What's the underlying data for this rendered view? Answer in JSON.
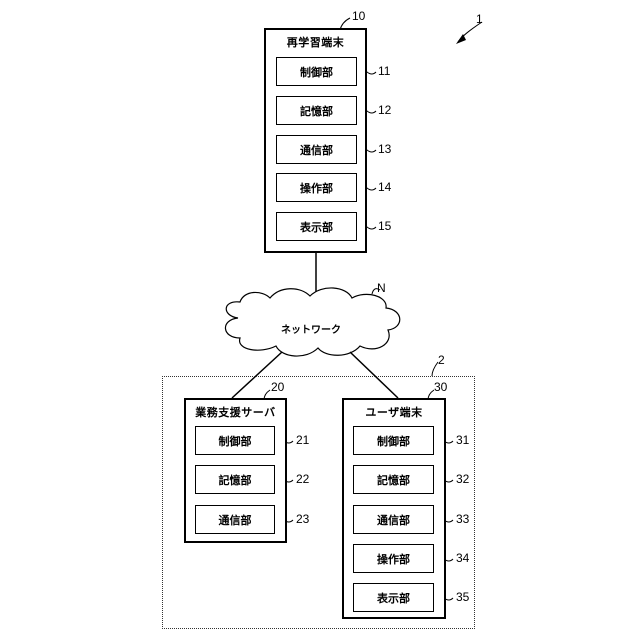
{
  "figure_ref": "1",
  "terminal": {
    "ref": "10",
    "title": "再学習端末",
    "units": [
      {
        "label": "制御部",
        "ref": "11"
      },
      {
        "label": "記憶部",
        "ref": "12"
      },
      {
        "label": "通信部",
        "ref": "13"
      },
      {
        "label": "操作部",
        "ref": "14"
      },
      {
        "label": "表示部",
        "ref": "15"
      }
    ]
  },
  "network": {
    "label": "ネットワーク",
    "ref": "N"
  },
  "system": {
    "ref": "2"
  },
  "server": {
    "ref": "20",
    "title": "業務支援サーバ",
    "units": [
      {
        "label": "制御部",
        "ref": "21"
      },
      {
        "label": "記憶部",
        "ref": "22"
      },
      {
        "label": "通信部",
        "ref": "23"
      }
    ]
  },
  "user_terminal": {
    "ref": "30",
    "title": "ユーザ端末",
    "units": [
      {
        "label": "制御部",
        "ref": "31"
      },
      {
        "label": "記憶部",
        "ref": "32"
      },
      {
        "label": "通信部",
        "ref": "33"
      },
      {
        "label": "操作部",
        "ref": "34"
      },
      {
        "label": "表示部",
        "ref": "35"
      }
    ]
  }
}
